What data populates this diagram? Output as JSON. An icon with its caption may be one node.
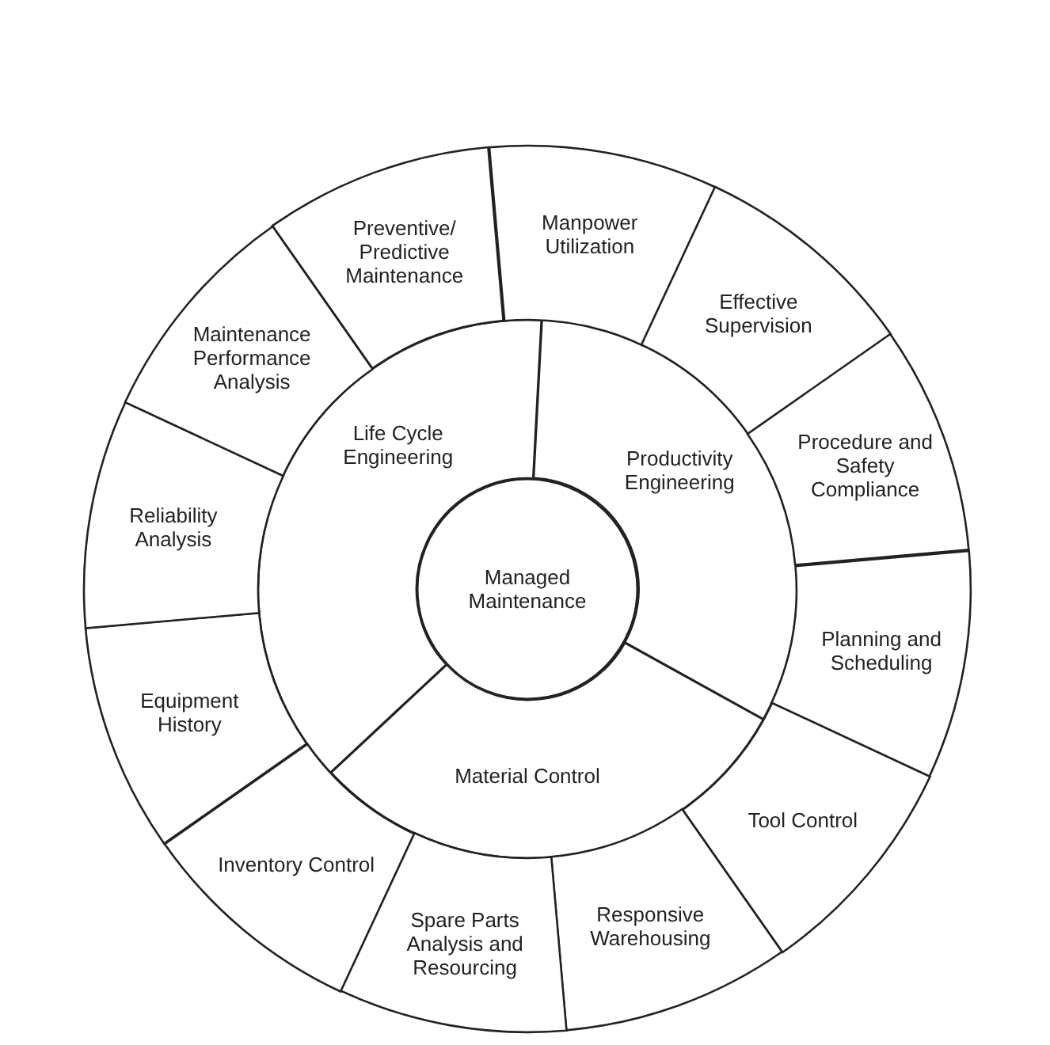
{
  "diagram": {
    "nodes": [
      {
        "text": [
          "Managed Maintenance"
        ]
      },
      {
        "text": [
          "Life Cycle Engineering"
        ]
      },
      {
        "text": [
          "Productivity Engineering"
        ]
      },
      {
        "text": [
          "Material Control"
        ]
      },
      {
        "text": [
          "Preventive/ Predictive Maintenance"
        ]
      },
      {
        "text": [
          "Manpower Utilization"
        ]
      },
      {
        "text": [
          "Effective Supervision"
        ]
      },
      {
        "text": [
          "Procedure and Safety Compliance"
        ]
      },
      {
        "text": [
          "Planning and Scheduling"
        ]
      },
      {
        "text": [
          "Tool Control"
        ]
      },
      {
        "text": [
          "Responsive Warehousing"
        ]
      },
      {
        "text": [
          "Spare Parts Analysis and Resourcing"
        ]
      },
      {
        "text": [
          "Inventory Control"
        ]
      },
      {
        "text": [
          "Equipment History"
        ]
      },
      {
        "text": [
          "Reliability Analysis"
        ]
      },
      {
        "text": [
          "Maintenance Performance Analysis"
        ]
      }
    ],
    "edges": []
  }
}
